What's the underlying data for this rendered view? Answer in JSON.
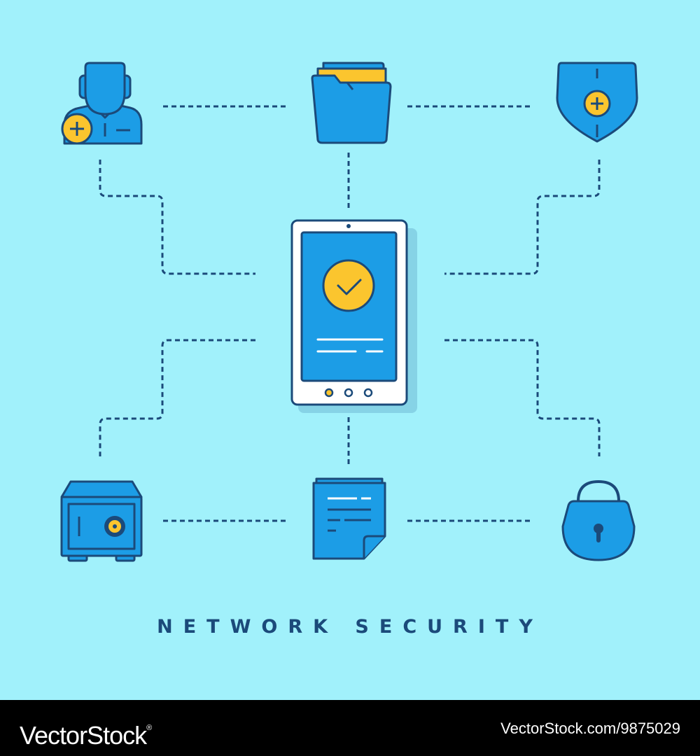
{
  "caption": "NETWORK SECURITY",
  "footer": {
    "brand": "VectorStock",
    "registered_mark": "®",
    "stock_id": "VectorStock.com/9875029"
  },
  "icons": [
    "add-user-icon",
    "folder-icon",
    "shield-plus-icon",
    "smartphone-check-icon",
    "safe-icon",
    "document-icon",
    "padlock-icon"
  ],
  "colors": {
    "background": "#a1f1fb",
    "icon_fill": "#1c9de6",
    "outline": "#1b4a7a",
    "accent": "#fbc52e",
    "footer_bg": "#000000"
  }
}
